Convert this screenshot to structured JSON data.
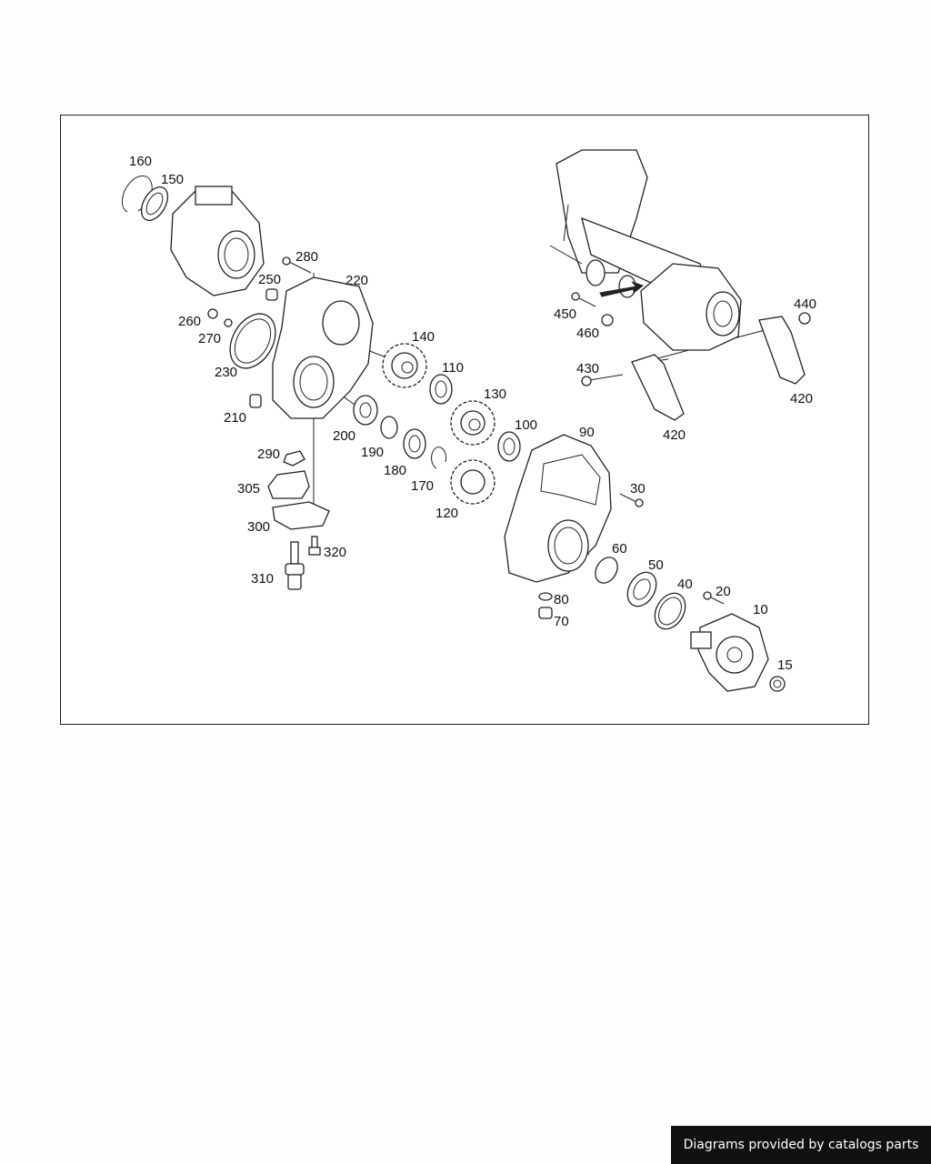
{
  "footer": {
    "credit": "Diagrams provided by catalogs parts"
  },
  "diagram": {
    "labels": [
      {
        "id": "160",
        "text": "160"
      },
      {
        "id": "150",
        "text": "150"
      },
      {
        "id": "280",
        "text": "280"
      },
      {
        "id": "250",
        "text": "250"
      },
      {
        "id": "220",
        "text": "220"
      },
      {
        "id": "260",
        "text": "260"
      },
      {
        "id": "270",
        "text": "270"
      },
      {
        "id": "230",
        "text": "230"
      },
      {
        "id": "140",
        "text": "140"
      },
      {
        "id": "110",
        "text": "110"
      },
      {
        "id": "130",
        "text": "130"
      },
      {
        "id": "210",
        "text": "210"
      },
      {
        "id": "200",
        "text": "200"
      },
      {
        "id": "190",
        "text": "190"
      },
      {
        "id": "180",
        "text": "180"
      },
      {
        "id": "170",
        "text": "170"
      },
      {
        "id": "100",
        "text": "100"
      },
      {
        "id": "90",
        "text": "90"
      },
      {
        "id": "290",
        "text": "290"
      },
      {
        "id": "305",
        "text": "305"
      },
      {
        "id": "300",
        "text": "300"
      },
      {
        "id": "320",
        "text": "320"
      },
      {
        "id": "310",
        "text": "310"
      },
      {
        "id": "120",
        "text": "120"
      },
      {
        "id": "30",
        "text": "30"
      },
      {
        "id": "60",
        "text": "60"
      },
      {
        "id": "50",
        "text": "50"
      },
      {
        "id": "40",
        "text": "40"
      },
      {
        "id": "20",
        "text": "20"
      },
      {
        "id": "10",
        "text": "10"
      },
      {
        "id": "80",
        "text": "80"
      },
      {
        "id": "70",
        "text": "70"
      },
      {
        "id": "15",
        "text": "15"
      },
      {
        "id": "450",
        "text": "450"
      },
      {
        "id": "460",
        "text": "460"
      },
      {
        "id": "440",
        "text": "440"
      },
      {
        "id": "430",
        "text": "430"
      },
      {
        "id": "420a",
        "text": "420"
      },
      {
        "id": "420b",
        "text": "420"
      }
    ]
  }
}
